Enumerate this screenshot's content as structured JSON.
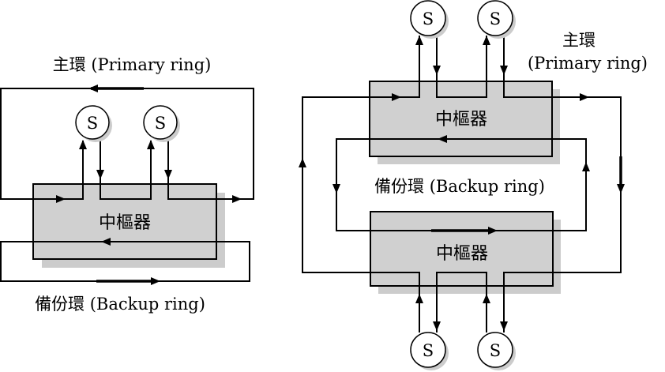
{
  "left": {
    "primary_label": "主環 (Primary ring)",
    "backup_label": "備份環 (Backup ring)",
    "hub_label": "中樞器",
    "stations": [
      "S",
      "S"
    ]
  },
  "right": {
    "primary_label_zh": "主環",
    "primary_label_en": "(Primary ring)",
    "backup_label": "備份環 (Backup ring)",
    "hub_top_label": "中樞器",
    "hub_bottom_label": "中樞器",
    "stations_top": [
      "S",
      "S"
    ],
    "stations_bottom": [
      "S",
      "S"
    ]
  },
  "colors": {
    "hub_fill": "#d0d0d0",
    "shadow": "#cccccc",
    "line": "#000000"
  }
}
